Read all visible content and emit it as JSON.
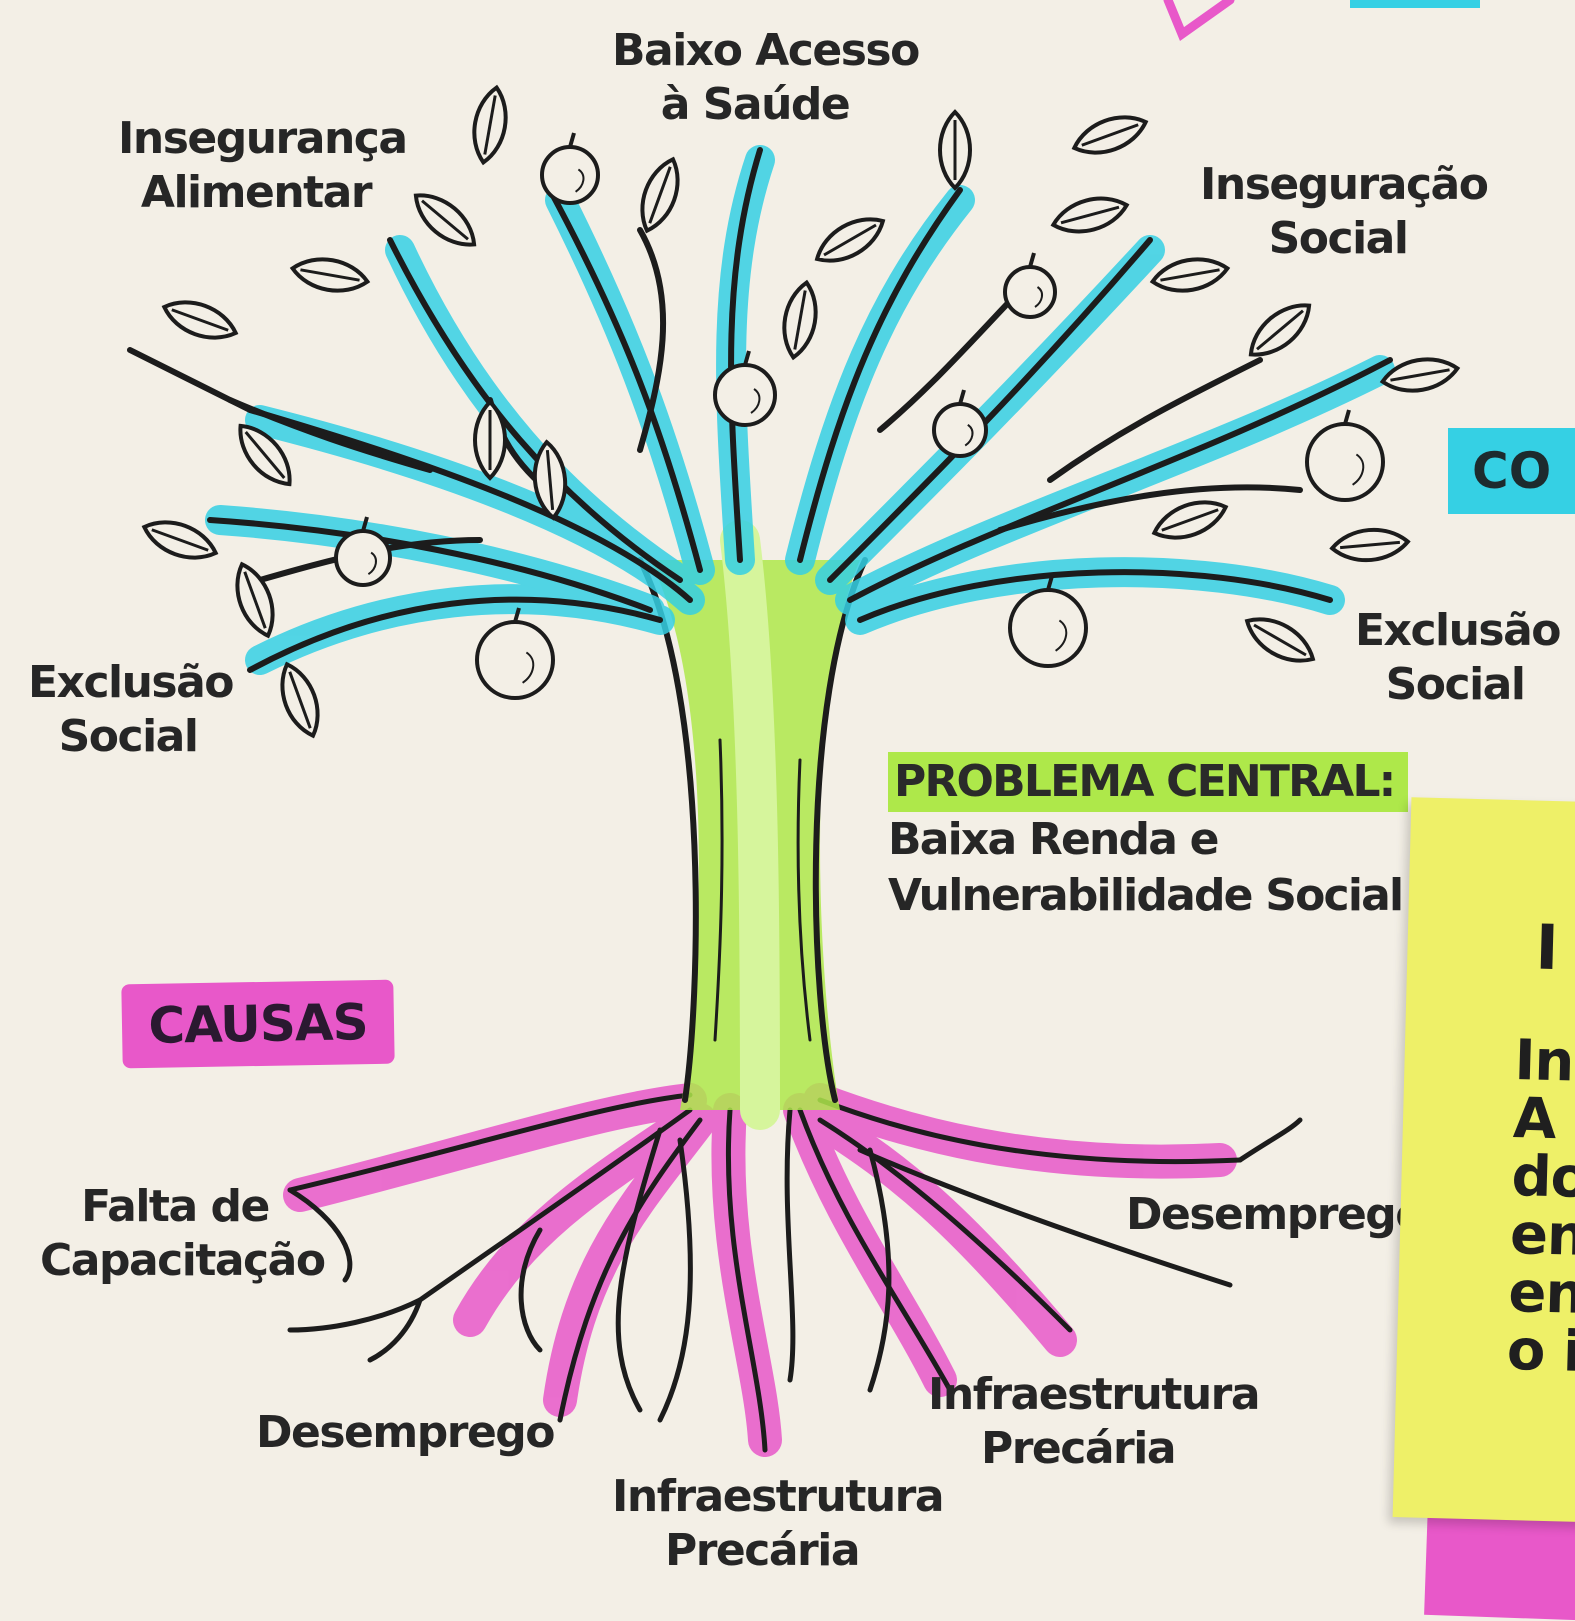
{
  "tree": {
    "branch_labels": [
      {
        "key": "top",
        "lines": [
          "Baixo Acesso",
          "à Saúde"
        ]
      },
      {
        "key": "left_upper",
        "lines": [
          "Insegurança",
          "Alimentar"
        ]
      },
      {
        "key": "right_upper",
        "lines": [
          "Inseguração",
          "Social"
        ]
      },
      {
        "key": "left_lower",
        "lines": [
          "Exclusão",
          "Social"
        ]
      },
      {
        "key": "right_lower",
        "lines": [
          "Exclusão",
          "Social"
        ]
      }
    ],
    "central_problem": {
      "heading": "PROBLEMA CENTRAL:",
      "lines": [
        "Baixa Renda e",
        "Vulnerabilidade Social"
      ]
    },
    "causes_badge": "CAUSAS",
    "root_labels": [
      {
        "key": "left_top",
        "lines": [
          "Falta de",
          "Capacitação"
        ]
      },
      {
        "key": "left_bottom",
        "lines": [
          "Desemprego"
        ]
      },
      {
        "key": "center",
        "lines": [
          "Infraestrutura",
          "Precária"
        ]
      },
      {
        "key": "right_bottom",
        "lines": [
          "Infraestrutura",
          "Precária"
        ]
      },
      {
        "key": "right_top",
        "lines": [
          "Desemprego"
        ]
      }
    ]
  },
  "edge_badge": {
    "text": "CO"
  },
  "side_note": {
    "heading_fragment": "I",
    "fragments": [
      "In",
      "A",
      "do",
      "en",
      "en",
      "o i"
    ]
  },
  "colors": {
    "background": "#f3efe6",
    "branches": "#35d0e4",
    "trunk": "#aee84a",
    "roots": "#e858c9",
    "note": "#eef068",
    "ink": "#1c1c1c"
  }
}
